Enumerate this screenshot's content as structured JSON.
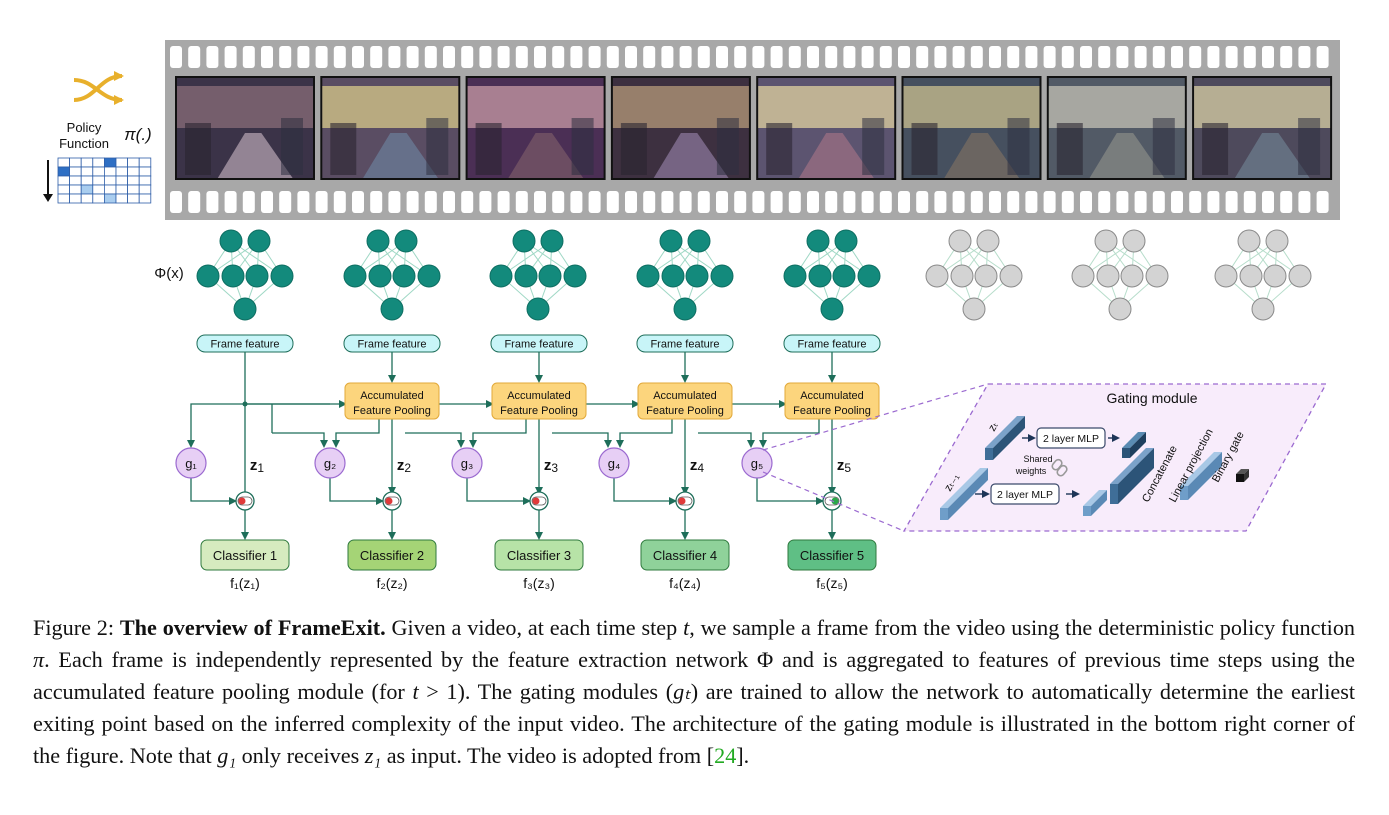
{
  "figure": {
    "policy": {
      "line1": "Policy",
      "line2": "Function",
      "symbol": "π(.)"
    },
    "phi_label": "Φ(x)",
    "frame_feature_label": "Frame feature",
    "pooling_label_1": "Accumulated",
    "pooling_label_2": "Feature Pooling",
    "gates": [
      "g₁",
      "g₂",
      "g₃",
      "g₄",
      "g₅"
    ],
    "z_labels": [
      "1",
      "2",
      "3",
      "4",
      "5"
    ],
    "classifiers": [
      "Classifier 1",
      "Classifier 2",
      "Classifier 3",
      "Classifier 4",
      "Classifier 5"
    ],
    "outputs": [
      "f₁(z₁)",
      "f₂(z₂)",
      "f₃(z₃)",
      "f₄(z₄)",
      "f₅(z₅)"
    ],
    "active_frames": 5,
    "total_frames": 8,
    "gating": {
      "title": "Gating module",
      "zt": "zₜ",
      "zt1": "zₜ₋₁",
      "mlp": "2 layer MLP",
      "shared_1": "Shared",
      "shared_2": "weights",
      "concat": "Concatenate",
      "linproj": "Linear projection",
      "gate": "Binary gate"
    },
    "colors": {
      "teal": "#138a7c",
      "gray_node": "#d3d3d3",
      "frame_feature_bg": "#c8f5f8",
      "pooling_bg": "#fcd57d",
      "gate_bg": "#e7cff5",
      "gating_bg": "#f8ecfb",
      "classifier_bg": [
        "#d6ebbf",
        "#a5d476",
        "#b7e3a7",
        "#8fd29a",
        "#5fbf85"
      ],
      "policy_arrow": "#e8b02c"
    }
  },
  "caption": {
    "label": "Figure 2:",
    "title": "The overview of FrameExit.",
    "s1": " Given a video, at each time step ",
    "t": "t",
    "s2": ", we sample a frame from the video using the deterministic policy function ",
    "pi": "π",
    "s3": ". Each frame is independently represented by the feature extraction network Φ and is aggregated to features of previous time steps using the accumulated feature pooling module (for ",
    "t_gt": "t",
    "gt1": " > 1). The gating modules (",
    "gt": "gₜ",
    "s4": ") are trained to allow the network to automatically determine the earliest exiting point based on the inferred complexity of the input video. The architecture of the gating module is illustrated in the bottom right corner of the figure. Note that ",
    "g1": "g₁",
    "s5": " only receives ",
    "z1": "z₁",
    "s6": " as input. The video is adopted from [",
    "ref": "24",
    "s7": "]."
  }
}
